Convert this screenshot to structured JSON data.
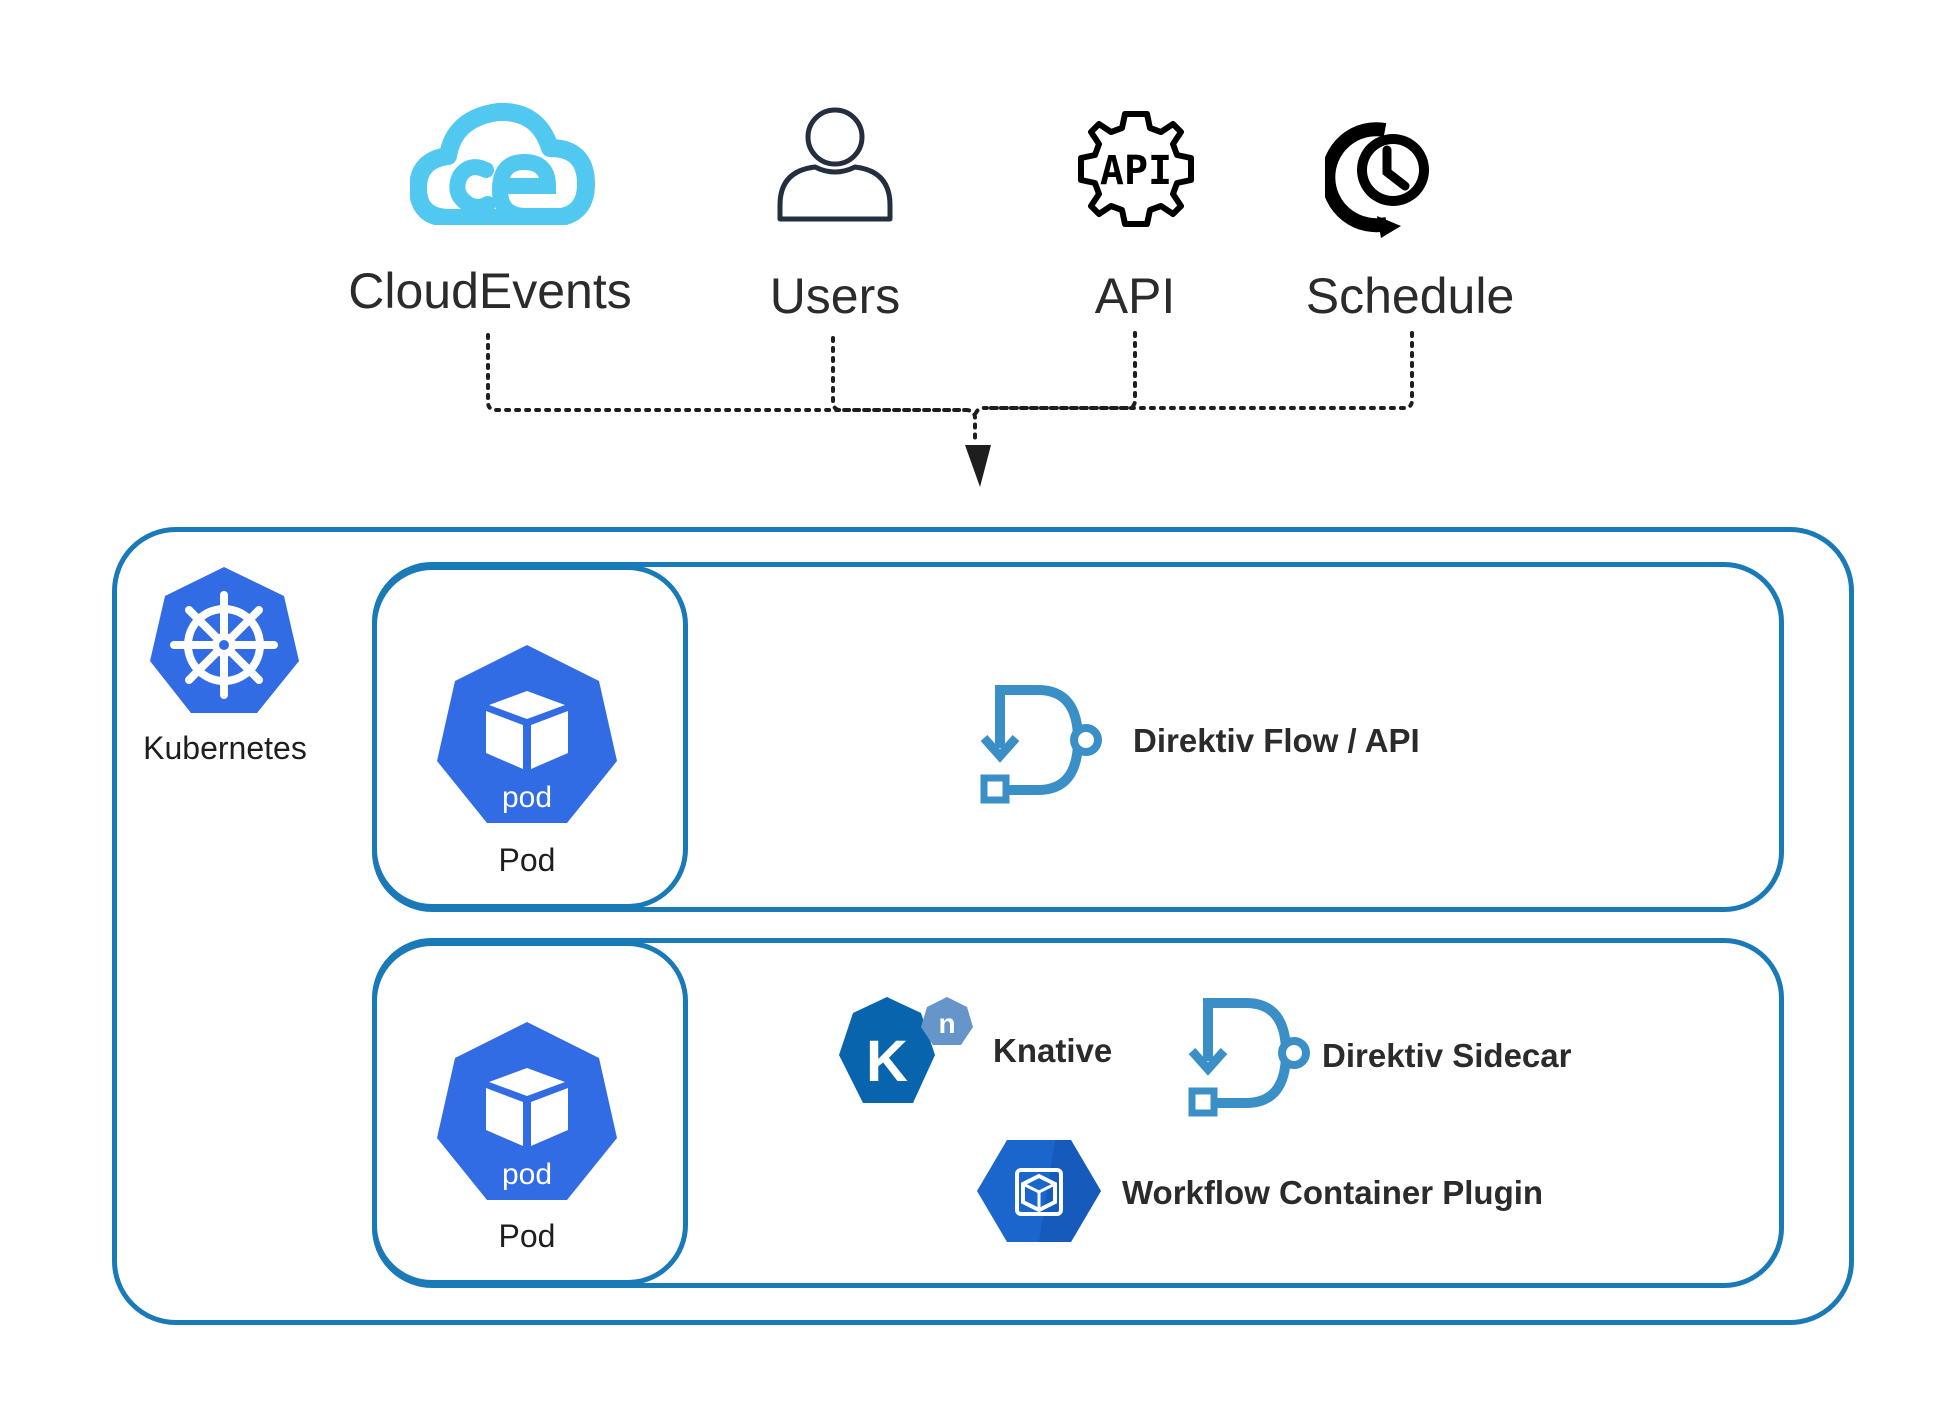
{
  "sources": [
    {
      "label": "CloudEvents",
      "icon": "cloudevents-icon"
    },
    {
      "label": "Users",
      "icon": "user-icon"
    },
    {
      "label": "API",
      "icon": "api-gear-icon"
    },
    {
      "label": "Schedule",
      "icon": "schedule-clock-icon"
    }
  ],
  "cluster": {
    "label": "Kubernetes",
    "icon": "kubernetes-helm-icon"
  },
  "pods": [
    {
      "label": "Pod",
      "badge": "pod"
    },
    {
      "label": "Pod",
      "badge": "pod"
    }
  ],
  "components": {
    "flow": {
      "label": "Direktiv Flow / API",
      "icon": "direktiv-icon"
    },
    "knative": {
      "label": "Knative",
      "icon": "knative-icon",
      "letter": "K",
      "sup": "n"
    },
    "sidecar": {
      "label": "Direktiv Sidecar",
      "icon": "direktiv-icon"
    },
    "plugin": {
      "label": "Workflow Container Plugin",
      "icon": "container-plugin-icon"
    }
  },
  "colors": {
    "frame": "#1a7ab8",
    "k8s_blue": "#326ce5",
    "direktiv_blue": "#3b8fc7",
    "cloudevents": "#50c8ef",
    "knative_dark": "#0865ad",
    "knative_light": "#6695ca"
  }
}
